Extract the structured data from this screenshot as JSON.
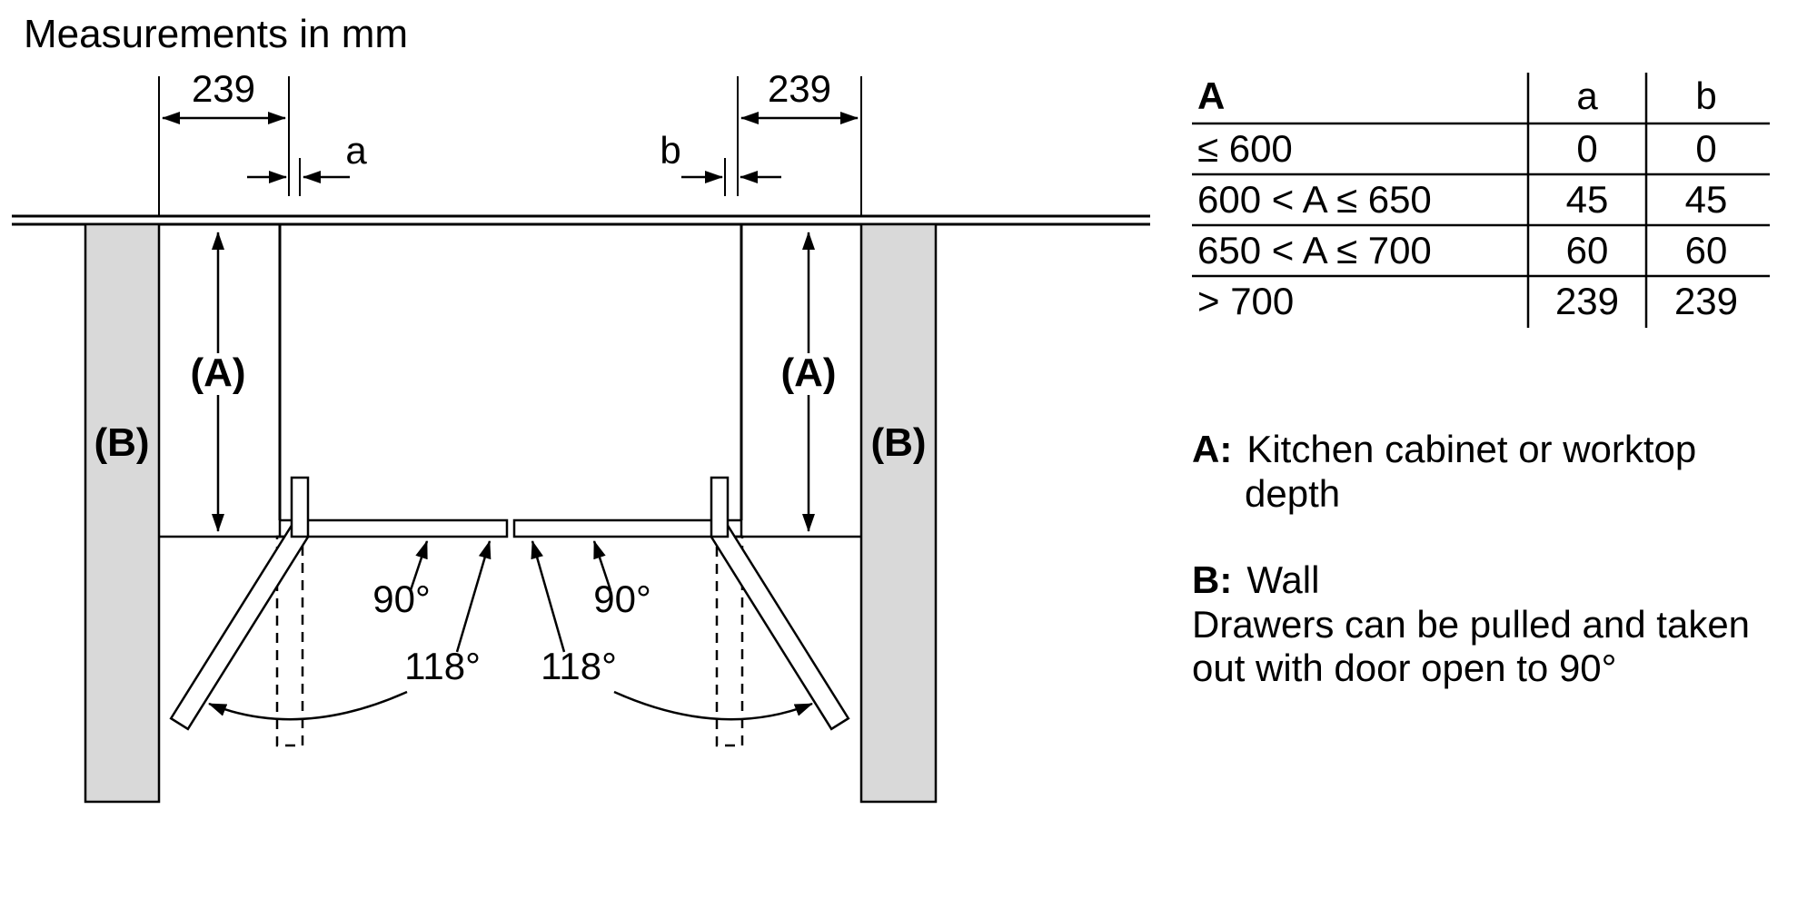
{
  "title": "Measurements in mm",
  "diagram": {
    "dim_239": "239",
    "gap_a": "a",
    "gap_b": "b",
    "cabinet_label": "(A)",
    "wall_label": "(B)",
    "angle_90": "90°",
    "angle_118": "118°"
  },
  "table": {
    "col_range": "A",
    "col_a": "a",
    "col_b": "b",
    "rows": [
      {
        "range": "≤ 600",
        "a": "0",
        "b": "0"
      },
      {
        "range": "600 < A ≤ 650",
        "a": "45",
        "b": "45"
      },
      {
        "range": "650 < A ≤ 700",
        "a": "60",
        "b": "60"
      },
      {
        "range": "> 700",
        "a": "239",
        "b": "239"
      }
    ]
  },
  "legend": {
    "a_key": "A:",
    "a_line1": "Kitchen cabinet or worktop",
    "a_line2": "depth",
    "b_key": "B:",
    "b_text": "Wall",
    "note_line1": "Drawers can be pulled and taken",
    "note_line2": "out with door open to 90°"
  }
}
